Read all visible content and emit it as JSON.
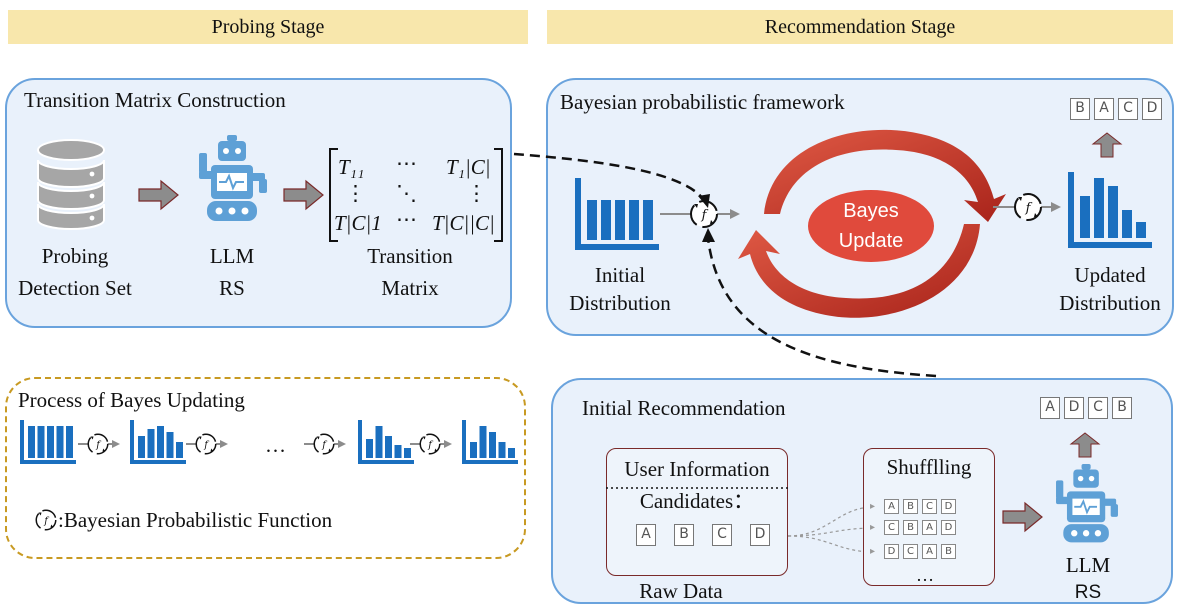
{
  "colors": {
    "banner": "#f8e7ac",
    "panel_bg": "#e9f1fb",
    "panel_border": "#6aa3dd",
    "dashed_border": "#c89a22",
    "bar_blue": "#1a6fbf",
    "bayes_red": "#d73b2e",
    "arrow_gray": "#8c8c8c"
  },
  "stages": {
    "probing": "Probing Stage",
    "recommendation": "Recommendation Stage"
  },
  "transition_panel": {
    "title": "Transition Matrix Construction",
    "probing_set": [
      "Probing",
      "Detection Set"
    ],
    "llm": [
      "LLM",
      "RS"
    ],
    "matrix_label": [
      "Transition",
      "Matrix"
    ],
    "matrix": {
      "t11": "T₁₁",
      "t1c": "T₁|C|",
      "tc1": "T|C|1",
      "tcc": "T|C||C|",
      "hdots": "⋯",
      "vdots": "⋮",
      "ddots": "⋱"
    }
  },
  "bayes_panel": {
    "title": "Bayesian probabilistic framework",
    "initial": [
      "Initial",
      "Distribution"
    ],
    "updated": [
      "Updated",
      "Distribution"
    ],
    "bayes_update": [
      "Bayes",
      "Update"
    ],
    "output_order": [
      "B",
      "A",
      "C",
      "D"
    ]
  },
  "process_panel": {
    "title": "Process of Bayes Updating",
    "ellipsis": "…",
    "legend": ":Bayesian Probabilistic Function"
  },
  "initial_rec_panel": {
    "title": "Initial Recommendation",
    "user_info": "User Information",
    "candidates_label": "Candidates：",
    "candidates": [
      "A",
      "B",
      "C",
      "D"
    ],
    "raw_data": "Raw Data",
    "shuffling": "Shufflling",
    "shuffled_rows": [
      [
        "A",
        "B",
        "C",
        "D"
      ],
      [
        "C",
        "B",
        "A",
        "D"
      ],
      [
        "D",
        "C",
        "A",
        "B"
      ]
    ],
    "shuffle_more": "…",
    "llm": [
      "LLM",
      "RS"
    ],
    "output_order": [
      "A",
      "D",
      "C",
      "B"
    ]
  }
}
